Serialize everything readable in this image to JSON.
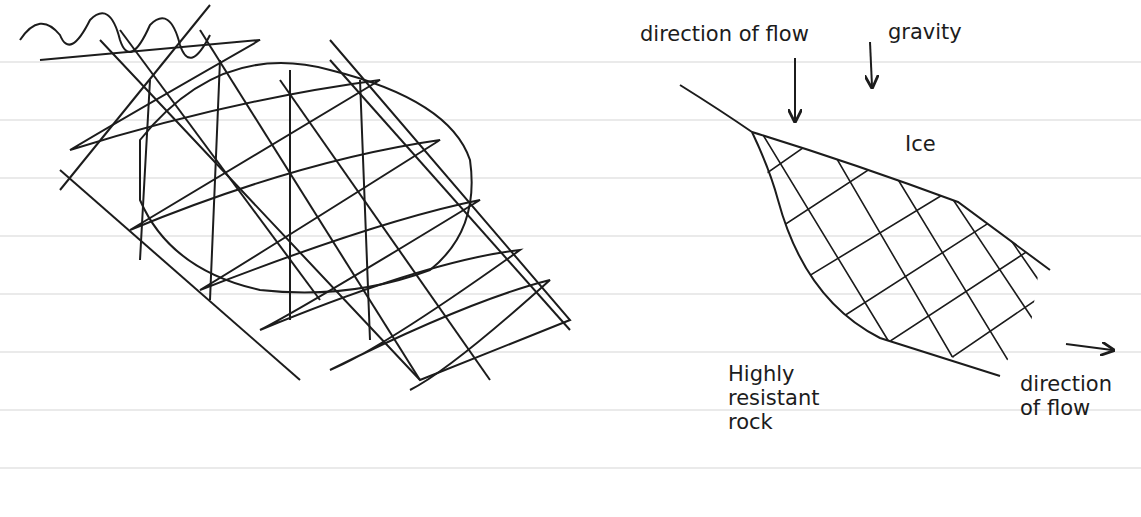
{
  "diagram": {
    "labels": [
      "direction of flow",
      "gravity",
      "Ice",
      "Highly resistant rock",
      "direction of flow"
    ]
  }
}
